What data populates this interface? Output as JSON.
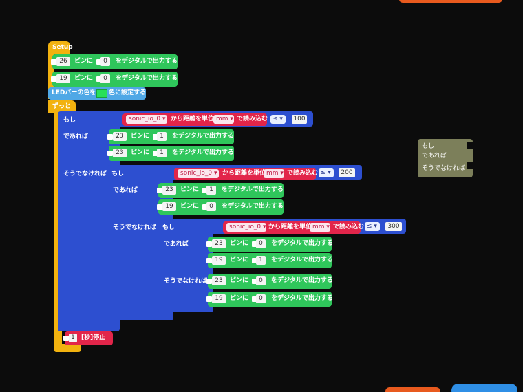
{
  "setup": {
    "header": "Setup",
    "rows": [
      {
        "pin": "26",
        "value": "0",
        "label_pin": "ピンに",
        "label_out": "をデジタルで出力する"
      },
      {
        "pin": "19",
        "value": "0",
        "label_pin": "ピンに",
        "label_out": "をデジタルで出力する"
      }
    ],
    "led": {
      "label_pre": "LEDバーの色を",
      "label_post": "色に設定する",
      "color": "#27e05a"
    }
  },
  "loop": {
    "header": "ずっと",
    "if1": {
      "kw_if": "もし",
      "sensor": "sonic_io_0",
      "from_text": "から距離を単位",
      "unit": "mm",
      "read_text": "で読み込む",
      "op": "≤",
      "threshold": "100",
      "kw_then": "であれば",
      "then_rows": [
        {
          "pin": "23",
          "value": "1",
          "label_pin": "ピンに",
          "label_out": "をデジタルで出力する"
        },
        {
          "pin": "23",
          "value": "1",
          "label_pin": "ピンに",
          "label_out": "をデジタルで出力する"
        }
      ],
      "kw_else": "そうでなければ"
    },
    "if2": {
      "kw_if": "もし",
      "sensor": "sonic_io_0",
      "from_text": "から距離を単位",
      "unit": "mm",
      "read_text": "で読み込む",
      "op": "≤",
      "threshold": "200",
      "kw_then": "であれば",
      "then_rows": [
        {
          "pin": "23",
          "value": "1",
          "label_pin": "ピンに",
          "label_out": "をデジタルで出力する"
        },
        {
          "pin": "19",
          "value": "0",
          "label_pin": "ピンに",
          "label_out": "をデジタルで出力する"
        }
      ],
      "kw_else": "そうでなければ"
    },
    "if3": {
      "kw_if": "もし",
      "sensor": "sonic_io_0",
      "from_text": "から距離を単位",
      "unit": "mm",
      "read_text": "で読み込む",
      "op": "≤",
      "threshold": "300",
      "kw_then": "であれば",
      "then_rows": [
        {
          "pin": "23",
          "value": "0",
          "label_pin": "ピンに",
          "label_out": "をデジタルで出力する"
        },
        {
          "pin": "19",
          "value": "1",
          "label_pin": "ピンに",
          "label_out": "をデジタルで出力する"
        }
      ],
      "kw_else": "そうでなければ",
      "else_rows": [
        {
          "pin": "23",
          "value": "0",
          "label_pin": "ピンに",
          "label_out": "をデジタルで出力する"
        },
        {
          "pin": "19",
          "value": "0",
          "label_pin": "ピンに",
          "label_out": "をデジタルで出力する"
        }
      ]
    },
    "wait": {
      "value": "1",
      "label": "[秒]停止"
    }
  },
  "orphan": {
    "kw_if": "もし",
    "kw_then": "であれば",
    "kw_else": "そうでなければ"
  }
}
